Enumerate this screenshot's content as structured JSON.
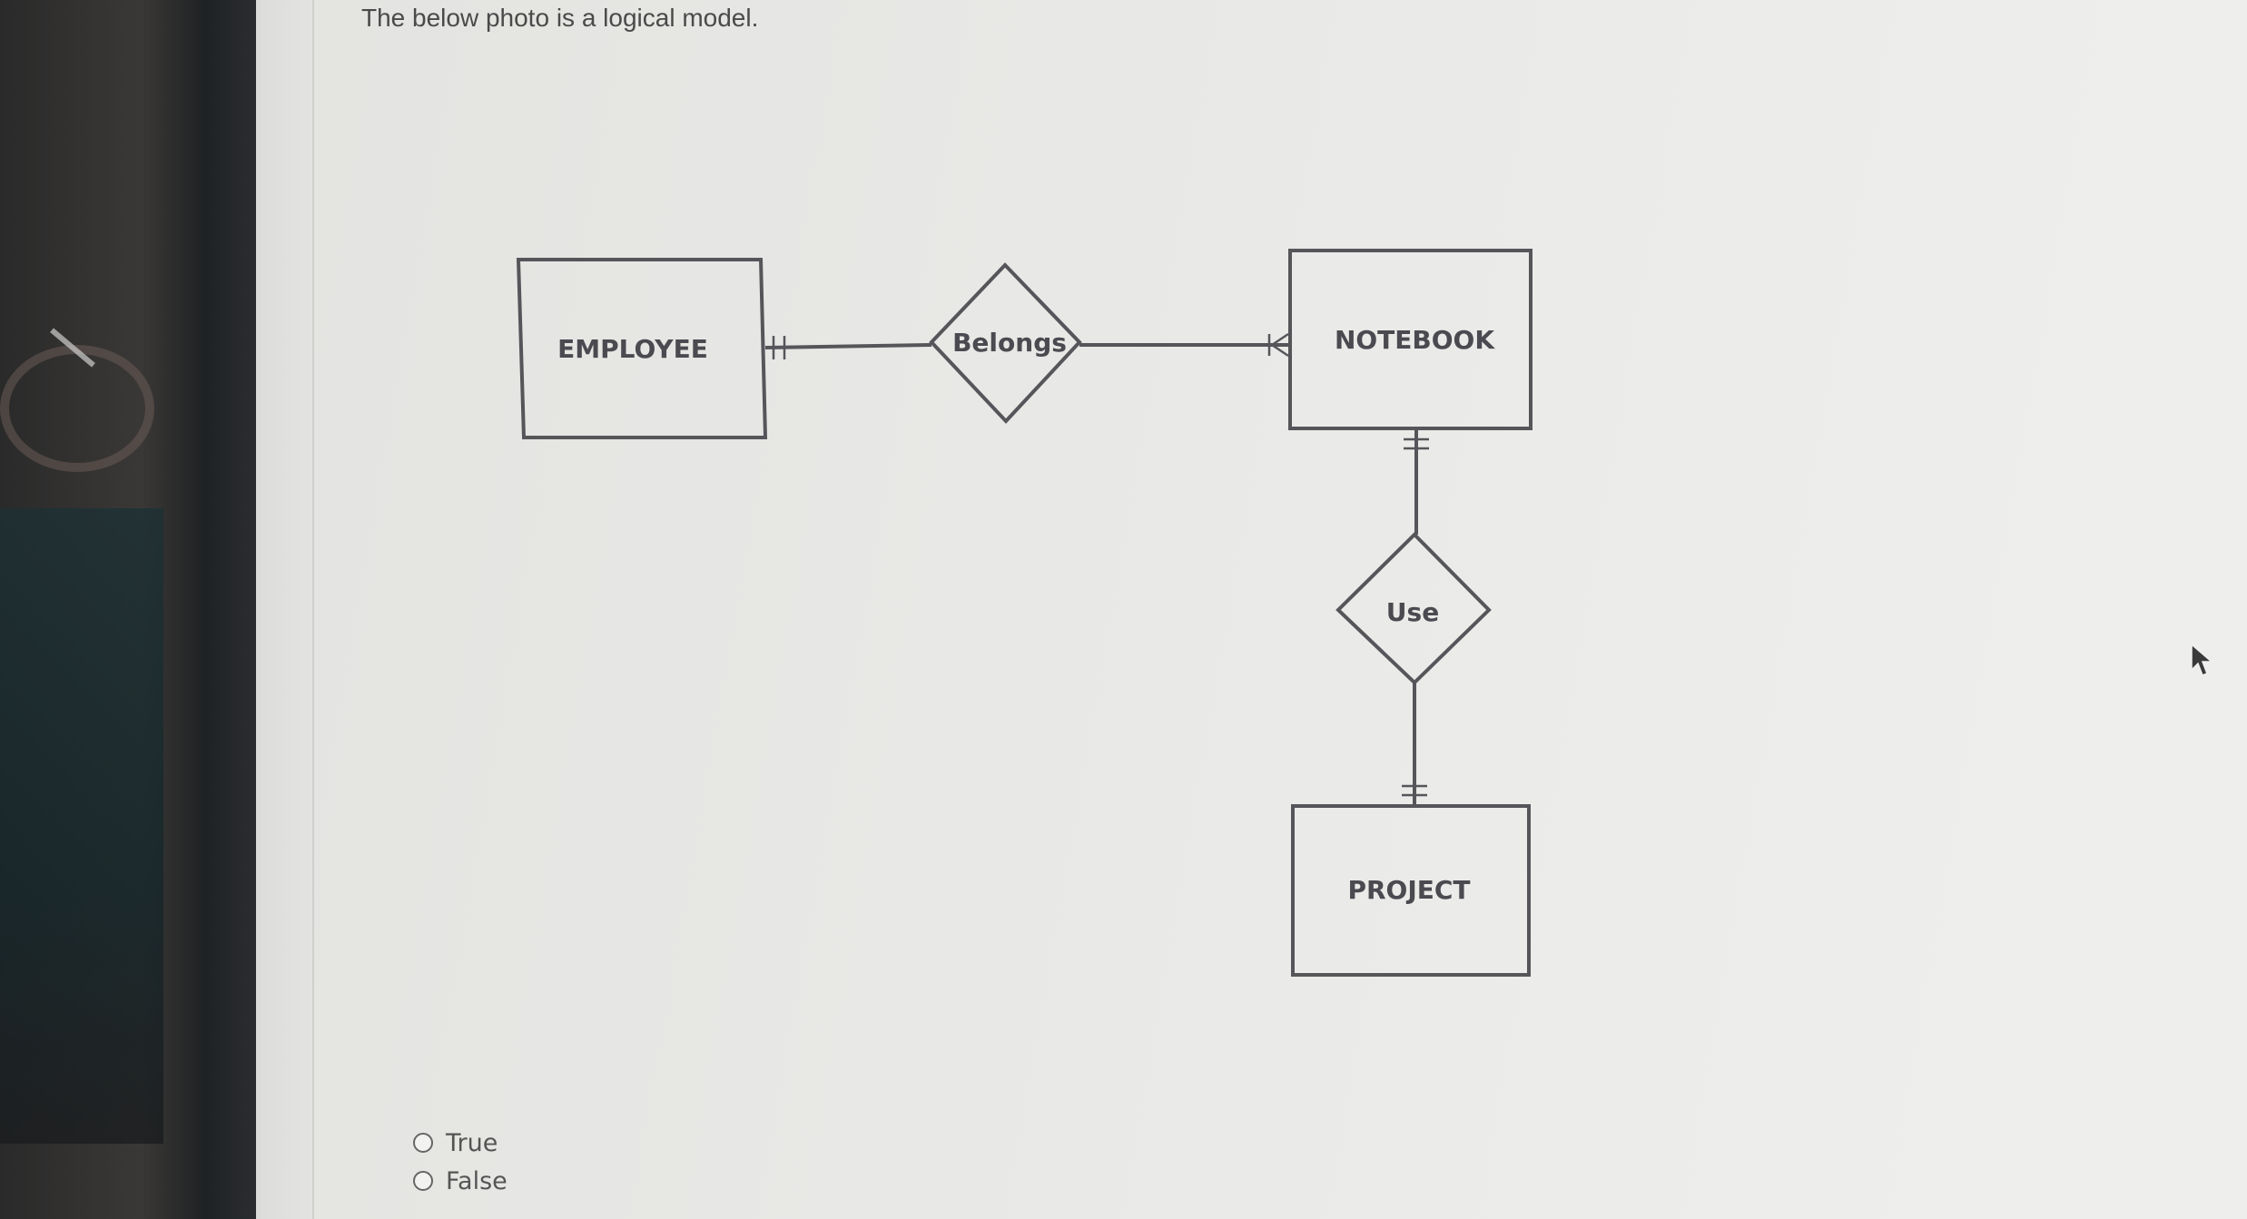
{
  "question": {
    "text": "The below photo is a logical model."
  },
  "diagram": {
    "entities": [
      {
        "id": "employee",
        "label": "EMPLOYEE"
      },
      {
        "id": "notebook",
        "label": "NOTEBOOK"
      },
      {
        "id": "project",
        "label": "PROJECT"
      }
    ],
    "relationships": [
      {
        "id": "belongs",
        "label": "Belongs"
      },
      {
        "id": "use",
        "label": "Use"
      }
    ]
  },
  "options": [
    {
      "label": "True"
    },
    {
      "label": "False"
    }
  ],
  "colors": {
    "stroke": "#55555a",
    "text": "#4a4a50",
    "background": "#e8e8e6"
  }
}
